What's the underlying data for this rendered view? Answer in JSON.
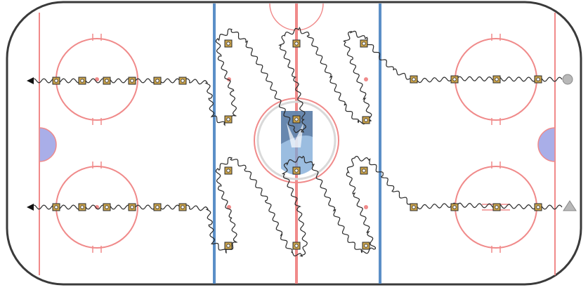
{
  "title": "",
  "colors": {
    "boards": "#3a3a3a",
    "ice": "#ffffff",
    "red_line": "#f08a8a",
    "blue_line": "#5b8fc7",
    "goal_crease": "#a9aee8",
    "path": "#2a2a2a",
    "cone_fill": "#c9a24a",
    "cone_stroke": "#2a2a2a",
    "start_circle": "#b8b8b8",
    "start_triangle": "#b8b8b8",
    "logo_blue": "#7aa7d6",
    "logo_dark": "#5f7fa6"
  },
  "icons": {
    "cone": "cone-icon",
    "arrow": "arrow-head-icon",
    "circle_player": "circle-player-icon",
    "triangle_player": "triangle-player-icon",
    "center_logo": "center-ice-logo-icon"
  },
  "drill": {
    "lanes": [
      {
        "name": "top",
        "start_marker": "circle"
      },
      {
        "name": "bottom",
        "start_marker": "triangle"
      }
    ],
    "cones_per_lane_neutral": 6,
    "cones_per_lane_offensive": 4,
    "cones_per_lane_defensive": 6
  }
}
